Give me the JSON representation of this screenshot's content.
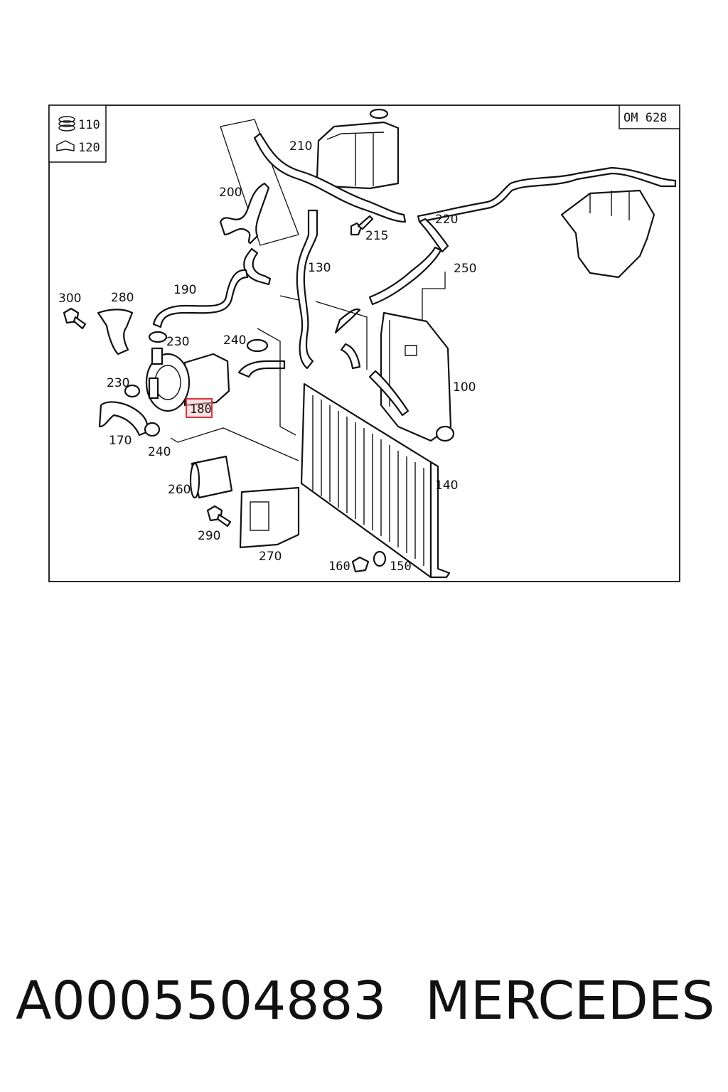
{
  "diagram": {
    "engine_code": "OM 628",
    "legend": [
      {
        "num": "110",
        "icon": "gasket-ring-icon"
      },
      {
        "num": "120",
        "icon": "clip-icon"
      }
    ],
    "callouts": [
      {
        "id": "c210",
        "num": "210"
      },
      {
        "id": "c200",
        "num": "200"
      },
      {
        "id": "c215",
        "num": "215"
      },
      {
        "id": "c220",
        "num": "220"
      },
      {
        "id": "c130",
        "num": "130"
      },
      {
        "id": "c250",
        "num": "250"
      },
      {
        "id": "c190",
        "num": "190"
      },
      {
        "id": "c300",
        "num": "300"
      },
      {
        "id": "c280",
        "num": "280"
      },
      {
        "id": "c230a",
        "num": "230"
      },
      {
        "id": "c240a",
        "num": "240"
      },
      {
        "id": "c230b",
        "num": "230"
      },
      {
        "id": "c100",
        "num": "100"
      },
      {
        "id": "c180",
        "num": "180",
        "highlighted": true
      },
      {
        "id": "c170",
        "num": "170"
      },
      {
        "id": "c240b",
        "num": "240"
      },
      {
        "id": "c140",
        "num": "140"
      },
      {
        "id": "c260",
        "num": "260"
      },
      {
        "id": "c290",
        "num": "290"
      },
      {
        "id": "c270",
        "num": "270"
      },
      {
        "id": "c160",
        "num": "160"
      },
      {
        "id": "c150",
        "num": "150"
      }
    ],
    "highlight_color": "#d9343b"
  },
  "footer": {
    "part_number": "A0005504883",
    "brand": "MERCEDES"
  }
}
